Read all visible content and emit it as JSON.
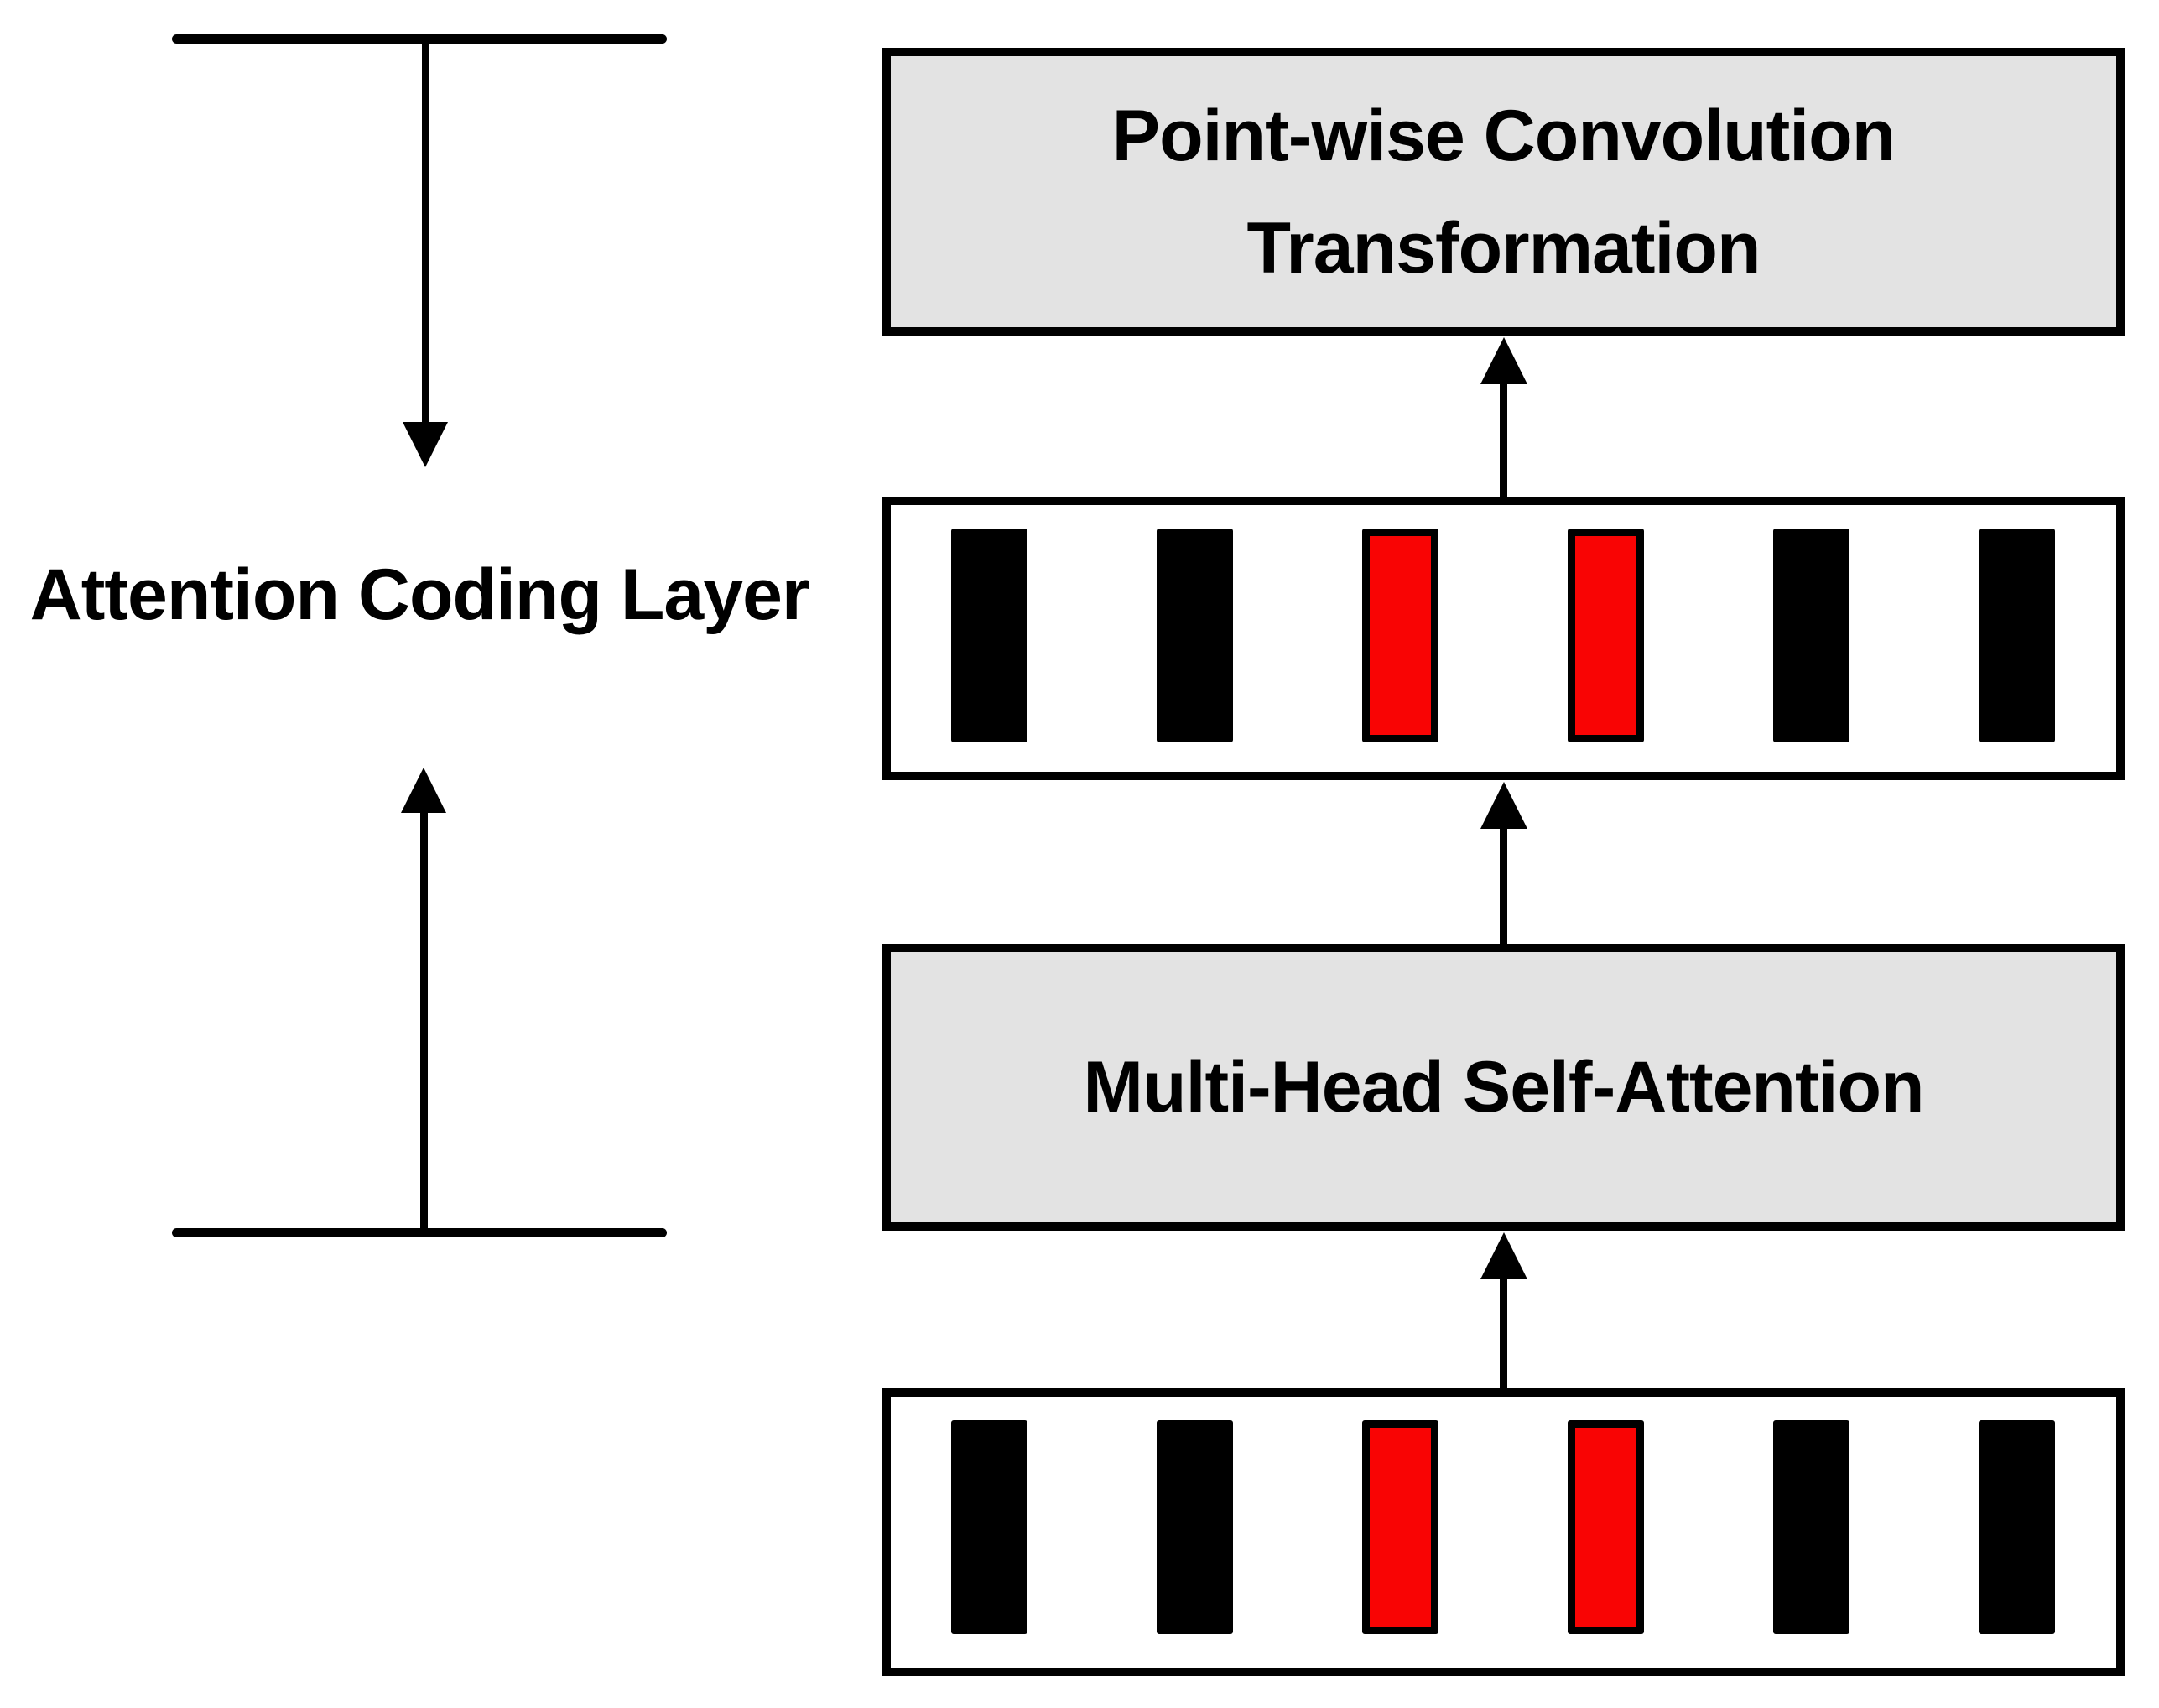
{
  "diagram": {
    "side_label": "Attention Coding Layer",
    "pointwise_box": {
      "line1": "Point-wise Convolution",
      "line2": "Transformation"
    },
    "mhsa_box": {
      "label": "Multi-Head Self-Attention"
    },
    "token_strip_top": {
      "bars": [
        "black",
        "black",
        "red",
        "red",
        "black",
        "black"
      ]
    },
    "token_strip_bottom": {
      "bars": [
        "black",
        "black",
        "red",
        "red",
        "black",
        "black"
      ]
    },
    "colors": {
      "box_fill": "#e3e3e3",
      "border": "#000000",
      "black_bar": "#000000",
      "red_bar": "#f90404",
      "background": "#ffffff"
    }
  }
}
